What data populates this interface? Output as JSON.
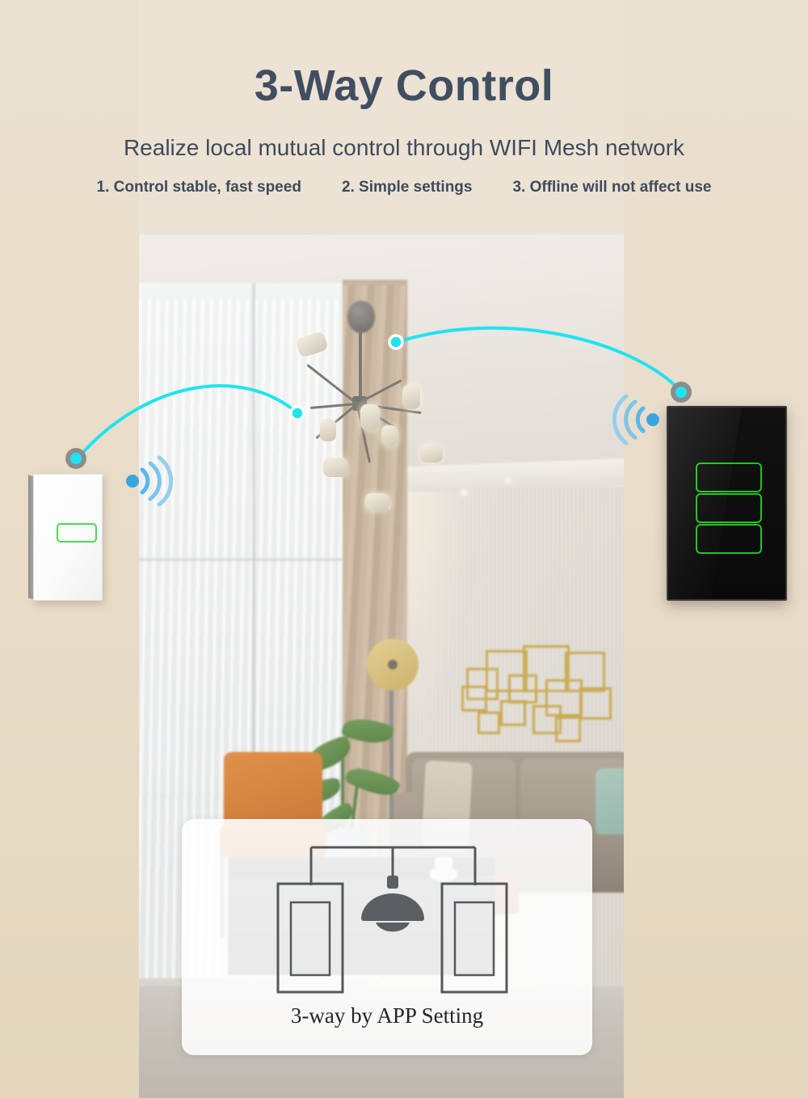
{
  "header": {
    "title": "3-Way Control",
    "subtitle": "Realize local mutual control through WIFI Mesh network",
    "bullets": [
      "1. Control stable, fast speed",
      "2. Simple settings",
      "3. Offline will not affect use"
    ]
  },
  "scene": {
    "alt": "Living room with sputnik chandelier, sheer curtains, orange leather chair, gray sofa and gold geometric wall art",
    "chandelier_name": "sputnik-chandelier",
    "left_switch": {
      "name": "white-wall-switch",
      "gang_count": 1,
      "indicator_color": "#4ed65a",
      "body_color": "#ffffff"
    },
    "right_switch": {
      "name": "black-glass-touch-switch",
      "gang_count": 3,
      "indicator_color": "#1fc41f",
      "body_color": "#0d0d0d"
    },
    "link_color": "#20e3f0",
    "node_ring_color": "#8c8c8c",
    "wifi_color": "#3aa6e0"
  },
  "diagram": {
    "label": "3-way by APP Setting",
    "left_switch_label": "switch-outline-left",
    "right_switch_label": "switch-outline-right",
    "lamp_label": "pendant-lamp-icon",
    "line_color": "#55585c"
  },
  "colors": {
    "title": "#414e61",
    "subtitle": "#3f4a5c",
    "background_top": "#efe6d8",
    "background_bottom": "#e3d6bd",
    "green": "#4ed65a",
    "cyan": "#20e3f0",
    "blue": "#3aa6e0"
  }
}
